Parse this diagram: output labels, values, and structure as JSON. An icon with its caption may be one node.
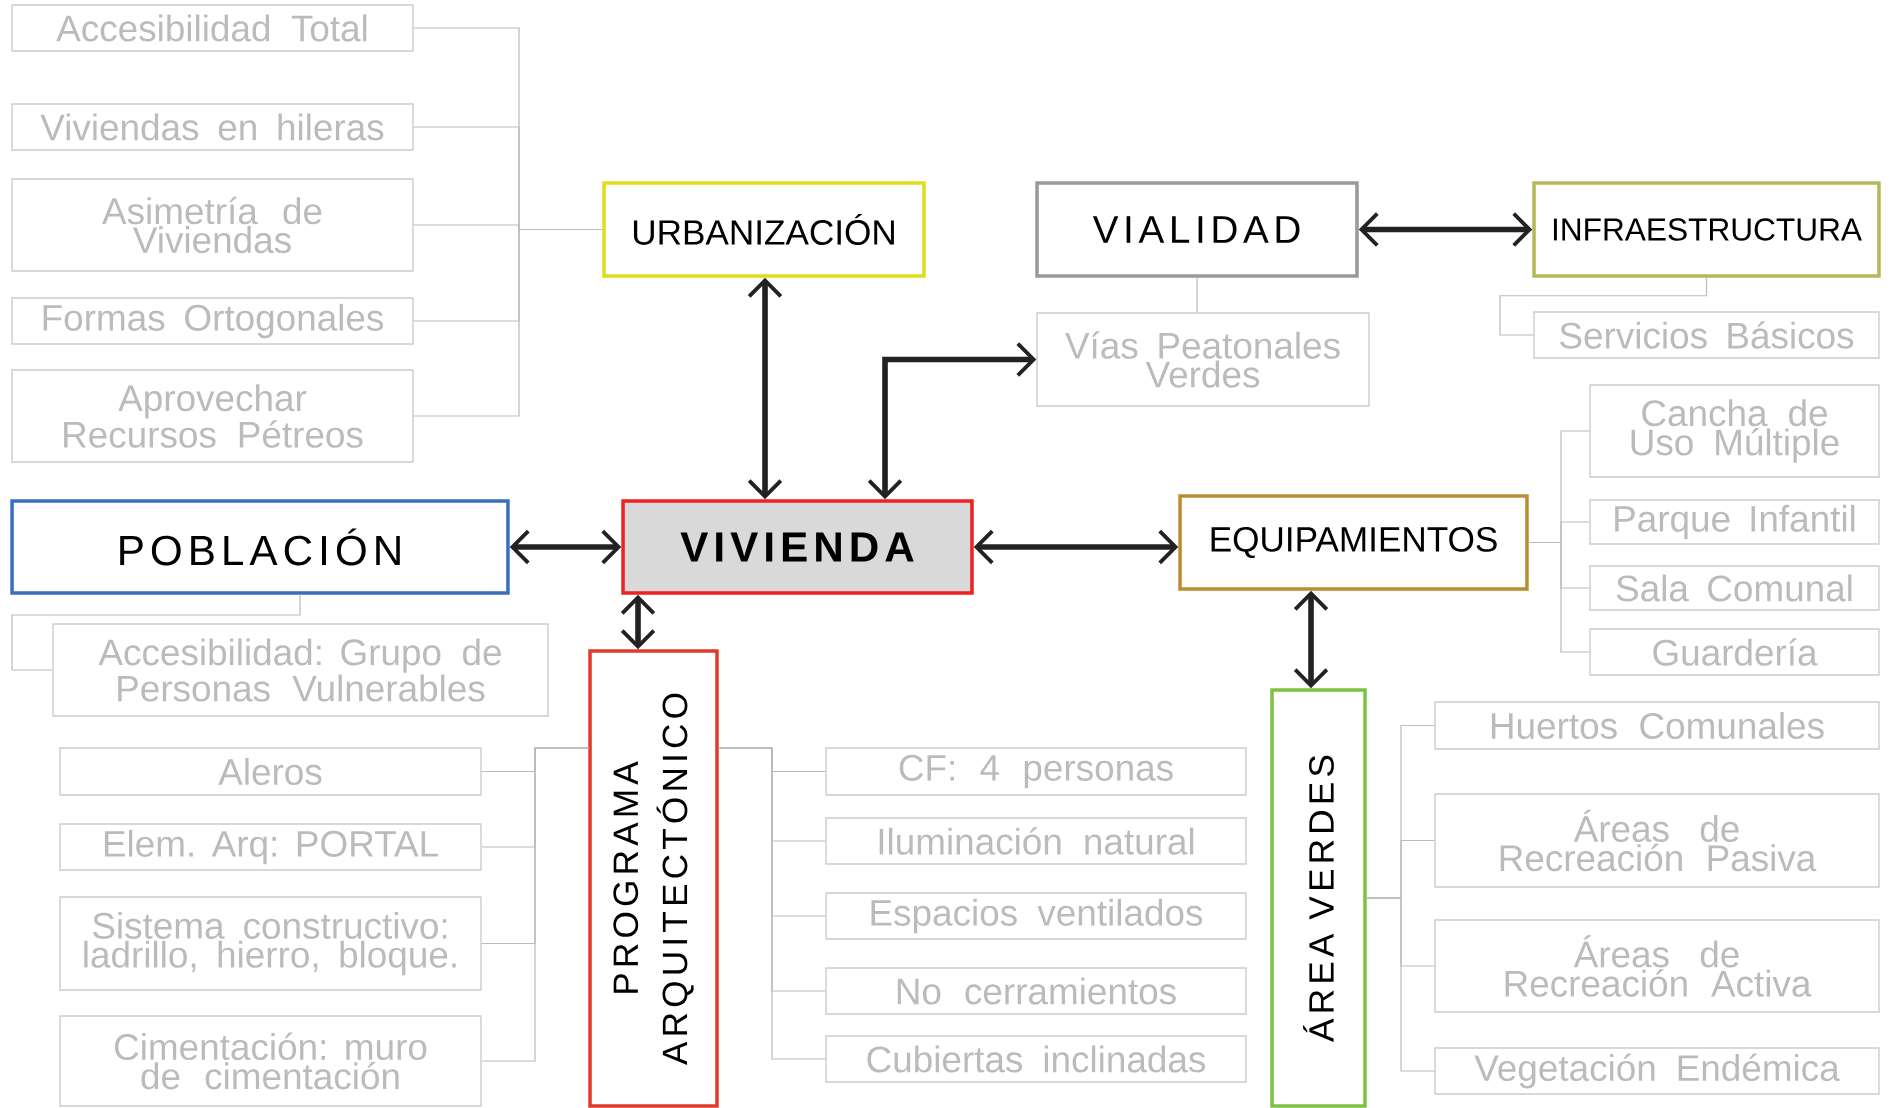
{
  "diagram": {
    "nodes": [
      {
        "text": [
          "Accesibilidad Total"
        ]
      },
      {
        "text": [
          "Viviendas en hileras"
        ]
      },
      {
        "text": [
          "Asimetría de Viviendas"
        ]
      },
      {
        "text": [
          "Formas Ortogonales"
        ]
      },
      {
        "text": [
          "Aprovechar Recursos Pétreos"
        ]
      },
      {
        "text": [
          "URBANIZACIÓN"
        ]
      },
      {
        "text": [
          "VIALIDAD"
        ]
      },
      {
        "text": [
          "INFRAESTRUCTURA"
        ]
      },
      {
        "text": [
          "Vías Peatonales Verdes"
        ]
      },
      {
        "text": [
          "Servicios Básicos"
        ]
      },
      {
        "text": [
          "Cancha de Uso Múltiple"
        ]
      },
      {
        "text": [
          "POBLACIÓN"
        ]
      },
      {
        "text": [
          "VIVIENDA"
        ]
      },
      {
        "text": [
          "EQUIPAMIENTOS"
        ]
      },
      {
        "text": [
          "Parque Infantil"
        ]
      },
      {
        "text": [
          "Sala Comunal"
        ]
      },
      {
        "text": [
          "Guardería"
        ]
      },
      {
        "text": [
          "Accesibilidad: Grupo de Personas Vulnerables"
        ]
      },
      {
        "text": [
          "PROGRAMA ARQUITECTÓNICO"
        ]
      },
      {
        "text": [
          "ÁREA VERDES"
        ]
      },
      {
        "text": [
          "Huertos Comunales"
        ]
      },
      {
        "text": [
          "Aleros"
        ]
      },
      {
        "text": [
          "Elem. Arq: PORTAL"
        ]
      },
      {
        "text": [
          "Sistema constructivo: ladrillo, hierro, bloque."
        ]
      },
      {
        "text": [
          "Cimentación: muro de cimentación"
        ]
      },
      {
        "text": [
          "CF: 4 personas"
        ]
      },
      {
        "text": [
          "Iluminación natural"
        ]
      },
      {
        "text": [
          "Espacios ventilados"
        ]
      },
      {
        "text": [
          "No cerramientos"
        ]
      },
      {
        "text": [
          "Cubiertas inclinadas"
        ]
      },
      {
        "text": [
          "Áreas de Recreación Pasiva"
        ]
      },
      {
        "text": [
          "Áreas de Recreación Activa"
        ]
      },
      {
        "text": [
          "Vegetación Endémica"
        ]
      }
    ],
    "edges": [
      {
        "from": 5,
        "to": 0,
        "arrow": "none"
      },
      {
        "from": 5,
        "to": 1,
        "arrow": "none"
      },
      {
        "from": 5,
        "to": 2,
        "arrow": "none"
      },
      {
        "from": 5,
        "to": 3,
        "arrow": "none"
      },
      {
        "from": 5,
        "to": 4,
        "arrow": "none"
      },
      {
        "from": 6,
        "to": 8,
        "arrow": "none"
      },
      {
        "from": 7,
        "to": 9,
        "arrow": "none"
      },
      {
        "from": 13,
        "to": 10,
        "arrow": "none"
      },
      {
        "from": 13,
        "to": 14,
        "arrow": "none"
      },
      {
        "from": 13,
        "to": 15,
        "arrow": "none"
      },
      {
        "from": 13,
        "to": 16,
        "arrow": "none"
      },
      {
        "from": 11,
        "to": 17,
        "arrow": "none"
      },
      {
        "from": 18,
        "to": 21,
        "arrow": "none"
      },
      {
        "from": 18,
        "to": 22,
        "arrow": "none"
      },
      {
        "from": 18,
        "to": 23,
        "arrow": "none"
      },
      {
        "from": 18,
        "to": 24,
        "arrow": "none"
      },
      {
        "from": 18,
        "to": 25,
        "arrow": "none"
      },
      {
        "from": 18,
        "to": 26,
        "arrow": "none"
      },
      {
        "from": 18,
        "to": 27,
        "arrow": "none"
      },
      {
        "from": 18,
        "to": 28,
        "arrow": "none"
      },
      {
        "from": 18,
        "to": 29,
        "arrow": "none"
      },
      {
        "from": 19,
        "to": 20,
        "arrow": "none"
      },
      {
        "from": 19,
        "to": 30,
        "arrow": "none"
      },
      {
        "from": 19,
        "to": 31,
        "arrow": "none"
      },
      {
        "from": 19,
        "to": 32,
        "arrow": "none"
      },
      {
        "from": 11,
        "to": 12,
        "arrow": "both",
        "style": "thick",
        "color": "#222222"
      },
      {
        "from": 12,
        "to": 5,
        "arrow": "both",
        "style": "thick",
        "color": "#222222"
      },
      {
        "from": 12,
        "to": 8,
        "arrow": "both",
        "style": "thick",
        "color": "#222222"
      },
      {
        "from": 6,
        "to": 7,
        "arrow": "both",
        "style": "thick",
        "color": "#222222"
      },
      {
        "from": 12,
        "to": 13,
        "arrow": "both",
        "style": "thick",
        "color": "#222222"
      },
      {
        "from": 12,
        "to": 18,
        "arrow": "both",
        "style": "thick",
        "color": "#222222"
      },
      {
        "from": 13,
        "to": 19,
        "arrow": "both",
        "style": "thick",
        "color": "#222222"
      }
    ]
  }
}
